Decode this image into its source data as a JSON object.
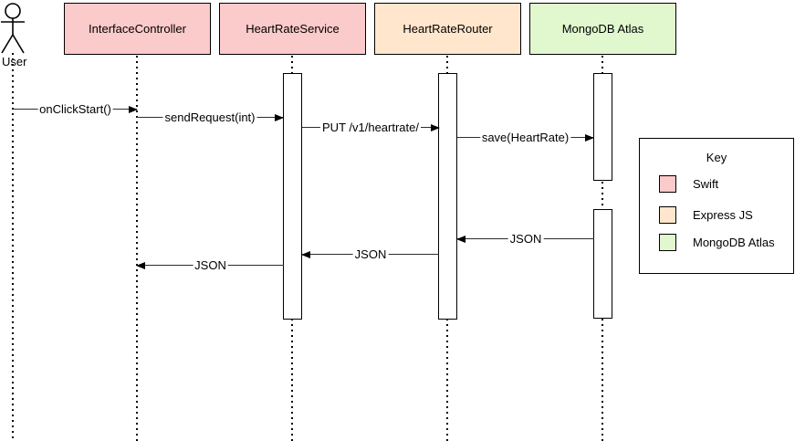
{
  "diagram": {
    "type": "uml-sequence",
    "actor": {
      "label": "User"
    },
    "participants": [
      {
        "label": "InterfaceController",
        "color": "#FBCACA",
        "tech": "Swift"
      },
      {
        "label": "HeartRateService",
        "color": "#FBCACA",
        "tech": "Swift"
      },
      {
        "label": "HeartRateRouter",
        "color": "#FFE6CC",
        "tech": "Express JS"
      },
      {
        "label": "MongoDB Atlas",
        "color": "#E1F8CF",
        "tech": "MongoDB Atlas"
      }
    ],
    "messages": [
      {
        "label": "onClickStart()",
        "from": "User",
        "to": "InterfaceController",
        "direction": "right"
      },
      {
        "label": "sendRequest(int)",
        "from": "InterfaceController",
        "to": "HeartRateService",
        "direction": "right"
      },
      {
        "label": "PUT /v1/heartrate/",
        "from": "HeartRateService",
        "to": "HeartRateRouter",
        "direction": "right"
      },
      {
        "label": "save(HeartRate)",
        "from": "HeartRateRouter",
        "to": "MongoDB Atlas",
        "direction": "right"
      },
      {
        "label": "JSON",
        "from": "MongoDB Atlas",
        "to": "HeartRateRouter",
        "direction": "left"
      },
      {
        "label": "JSON",
        "from": "HeartRateRouter",
        "to": "HeartRateService",
        "direction": "left"
      },
      {
        "label": "JSON",
        "from": "HeartRateService",
        "to": "InterfaceController",
        "direction": "left"
      }
    ],
    "key": {
      "title": "Key",
      "entries": [
        {
          "label": "Swift",
          "color": "#FBCACA"
        },
        {
          "label": "Express JS",
          "color": "#FFE6CC"
        },
        {
          "label": "MongoDB Atlas",
          "color": "#E1F8CF"
        }
      ]
    }
  }
}
